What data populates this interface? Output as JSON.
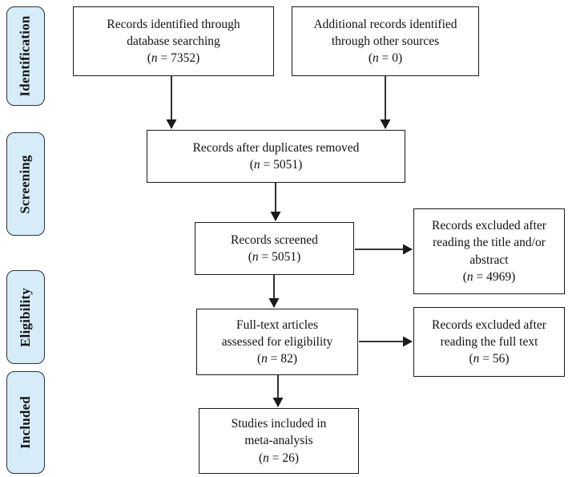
{
  "sidebar": {
    "items": [
      {
        "label": "Identification"
      },
      {
        "label": "Screening"
      },
      {
        "label": "Eligibility"
      },
      {
        "label": "Included"
      }
    ]
  },
  "labels": {
    "open": "(",
    "n": "n",
    "eq": " = ",
    "close": ")"
  },
  "boxes": {
    "db_search": {
      "text": "Records identified through\ndatabase searching",
      "n": "7352"
    },
    "other_sources": {
      "text": "Additional records identified\nthrough other sources",
      "n": "0"
    },
    "duplicates": {
      "text": "Records after duplicates removed",
      "n": "5051"
    },
    "screened": {
      "text": "Records screened",
      "n": "5051"
    },
    "excluded_title": {
      "text": "Records excluded after\nreading the title and/or\nabstract",
      "n": "4969"
    },
    "full_text": {
      "text": "Full-text articles\nassessed for eligibility",
      "n": "82"
    },
    "excluded_full": {
      "text": "Records excluded after\nreading the full text",
      "n": "56"
    },
    "included": {
      "text": "Studies included in\nmeta-analysis",
      "n": "26"
    }
  },
  "colors": {
    "sidebar_fill": "#d6ecf9",
    "sidebar_border": "#2b3440",
    "box_border": "#1a1a1a",
    "arrow": "#1a1a1a",
    "text": "#111111",
    "background": "#ffffff"
  }
}
